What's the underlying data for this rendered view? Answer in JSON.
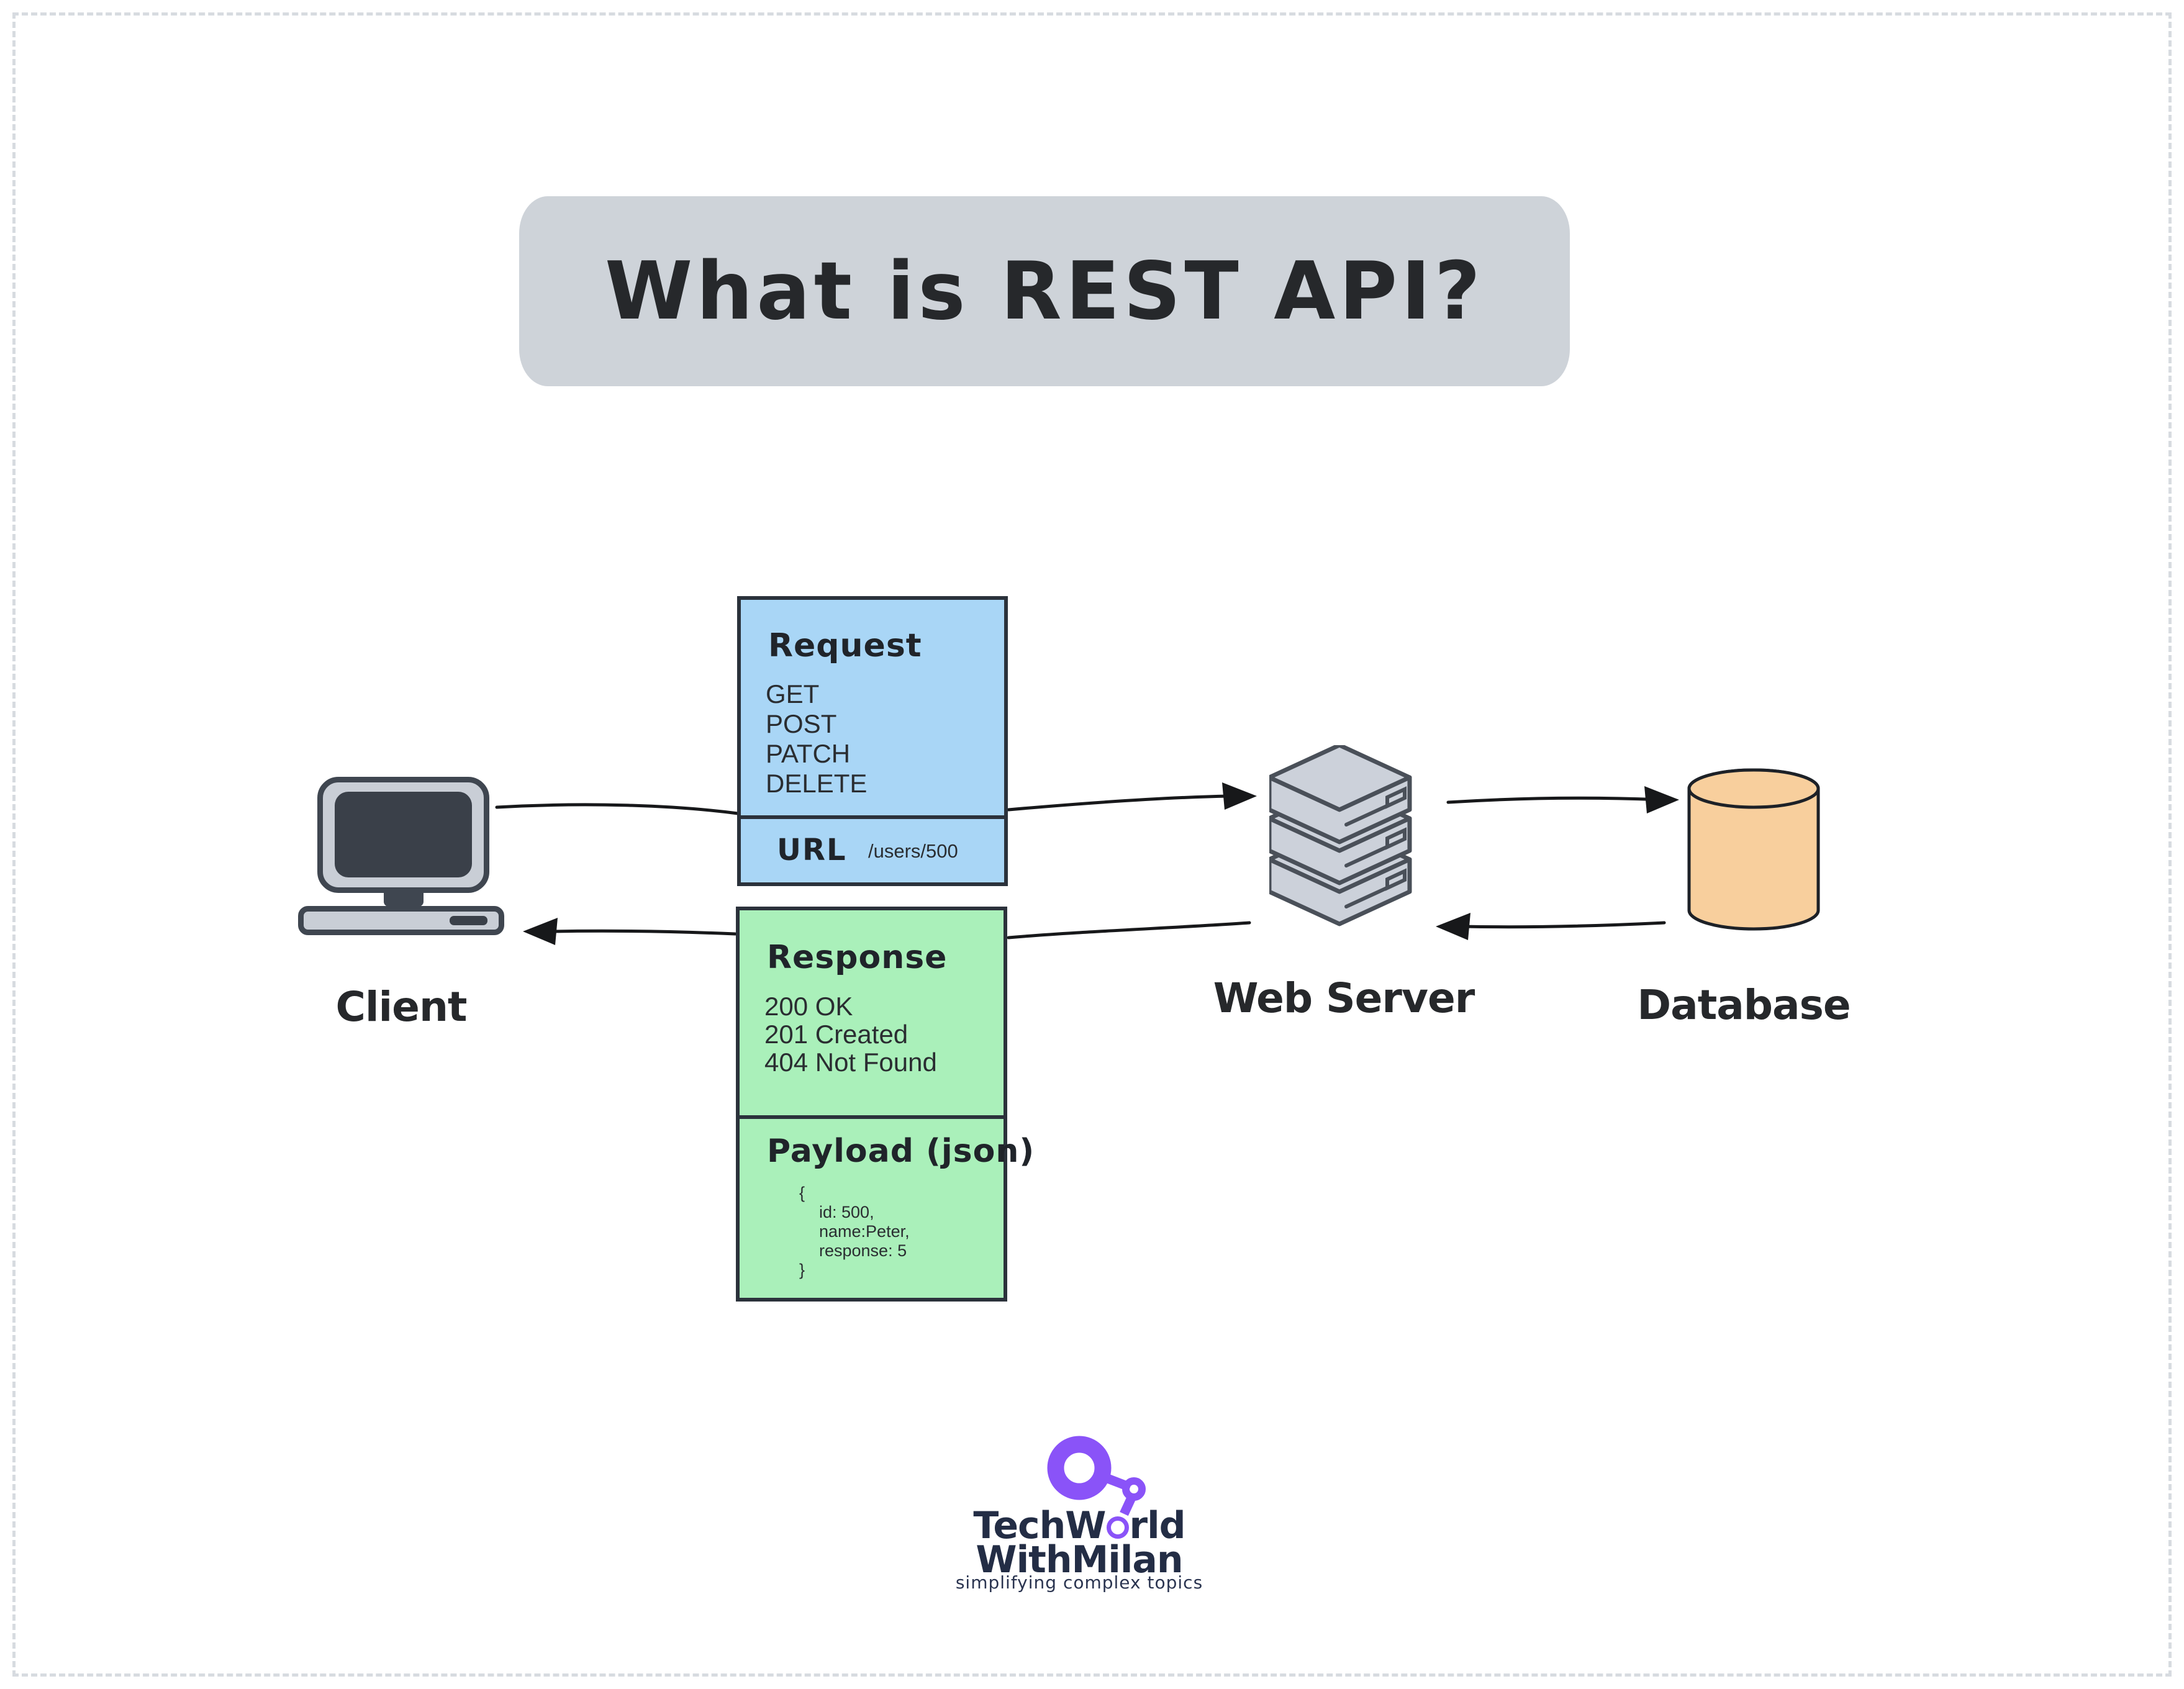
{
  "title": "What is REST API?",
  "nodes": {
    "client": {
      "label": "Client"
    },
    "web_server": {
      "label": "Web Server"
    },
    "database": {
      "label": "Database"
    }
  },
  "request_box": {
    "title": "Request",
    "methods": [
      "GET",
      "POST",
      "PATCH",
      "DELETE"
    ],
    "url_label": "URL",
    "url_value": "/users/500"
  },
  "response_box": {
    "title": "Response",
    "statuses": [
      "200 OK",
      "201 Created",
      "404 Not Found"
    ],
    "payload_title": "Payload (json)",
    "payload_lines": [
      "{",
      "id: 500,",
      "name:Peter,",
      "response: 5",
      "}"
    ]
  },
  "arrows": [
    {
      "name": "client-to-server-request",
      "direction": "right"
    },
    {
      "name": "server-to-database",
      "direction": "right"
    },
    {
      "name": "database-to-server",
      "direction": "left"
    },
    {
      "name": "server-to-client-response",
      "direction": "left"
    }
  ],
  "branding": {
    "line1_pre": "TechW",
    "line1_post": "rld",
    "line2": "WithMilan",
    "tagline": "simplifying complex topics"
  },
  "colors": {
    "request_fill": "#a9d6f6",
    "response_fill": "#aaf0ba",
    "database_fill": "#f8cf9d",
    "server_fill": "#ccd1da",
    "banner_fill": "#ced3d9",
    "outline_dark": "#2b323b",
    "icon_gray": "#c9ced6",
    "screen_dark": "#3a4049",
    "arrow_black": "#17181a",
    "brand_purple": "#8a53f8",
    "brand_navy": "#232d45",
    "frame_dash": "#d7dbe0"
  }
}
